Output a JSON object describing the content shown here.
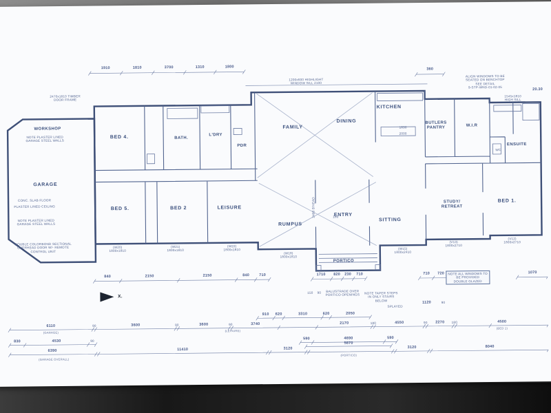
{
  "drawing": {
    "paper_color": "#fafbfd",
    "ink_color": "#3f5078",
    "type": "residential floor plan"
  },
  "rooms": {
    "workshop": "WORKSHOP",
    "garage": "GARAGE",
    "bed4": "BED 4.",
    "bath": "BATH.",
    "ldry": "L'DRY",
    "pdr": "PDR",
    "family": "FAMILY",
    "dining": "DINING",
    "kitchen": "KITCHEN",
    "butlers_pantry": "BUTLERS\nPANTRY",
    "wir": "W.I.R",
    "ensuite": "ENSUITE",
    "bed5": "BED 5.",
    "bed2": "BED 2",
    "leisure": "LEISURE",
    "rumpus": "RUMPUS",
    "entry": "ENTRY",
    "sitting": "SITTING",
    "study": "STUDY/\nRETREAT",
    "bed1": "BED 1.",
    "portico": "PORTICO",
    "wc": "WC"
  },
  "notes": {
    "workshop_wall": "NOTE PLASTER LINED\nGARAGE STEEL WALLS",
    "conc_slab": "CONC. SLAB FLOOR",
    "plaster_ceiling": "PLASTER LINED CEILING",
    "garage_wall": "NOTE PLASTER LINED\nGARAGE STEEL WALLS",
    "garage_door": "DOUBLE COLORBOND SECTIONAL\nOVERHEAD DOOR W/- REMOTE\nCONTROL UNIT",
    "timber_frame": "2470x1810 TIMBER\nDOOR FRAME",
    "highlight_window": "1200x600 HIGHLIGHT\nWINDOW SILL 2100",
    "align_windows": "ALIGN WINDOWS TO BE\nSEATED ON BENCHTOP\nSEE DETAIL\n9-STP-WND-01-02-05",
    "rain_level": "20.30",
    "high_sill": "1545x1810\nHIGH SILL",
    "kitchen_1830": "1830",
    "kitchen_2000": "2000",
    "bulkhead": "2400 B'HEAD",
    "double_glazed": "NOTE ALL WINDOWS TO\nBE PROVIDED\nDOUBLE GLAZED",
    "balustrade": "BALUSTRADE OVER\nPORTICO OPENINGS",
    "taper_steps": "NOTE TAPER STEPS\nIN ONLY STAIRS\nBELOW",
    "splayed": "SPLAYED",
    "section_marker": "X."
  },
  "windows": {
    "w20": "(W20)\n1800x1810",
    "w21": "(W21)\n1800x1810",
    "w22": "(W22)\n1800x1810",
    "w18": "(W18)\n1800x1810",
    "w15": "(W15)\n1800x2410",
    "v13": "(V13)\n1800x2710",
    "v12": "(V12)\n1800x2710"
  },
  "dims": {
    "top": [
      "1910",
      "1810",
      "3700",
      "1310",
      "1800",
      "360"
    ],
    "row_a": [
      "840",
      "2150",
      "2150",
      "840",
      "710",
      "1710",
      "820",
      "230",
      "710",
      "710",
      "720",
      "1070"
    ],
    "row_b": [
      "150",
      "90",
      "1120",
      "90"
    ],
    "row_c": [
      "910",
      "620",
      "3310",
      "620",
      "2050"
    ],
    "row_d": [
      "6110",
      "90",
      "3600",
      "90",
      "3600",
      "90",
      "3740",
      "2170",
      "180",
      "4550",
      "90",
      "2270",
      "180",
      "4500"
    ],
    "row_d_sub": [
      "(GARAGE)",
      "(LEISURE)",
      "(BED 1)"
    ],
    "row_e": [
      "830",
      "4530",
      "90",
      "590",
      "4690",
      "590"
    ],
    "portico_overall": "5870",
    "row_f": [
      "6390",
      "11410",
      "3120",
      "3120",
      "8040"
    ],
    "bottom_labels": [
      "(GARAGE OVERALL)",
      "(PORTICO)"
    ],
    "entry_wall": "180"
  }
}
